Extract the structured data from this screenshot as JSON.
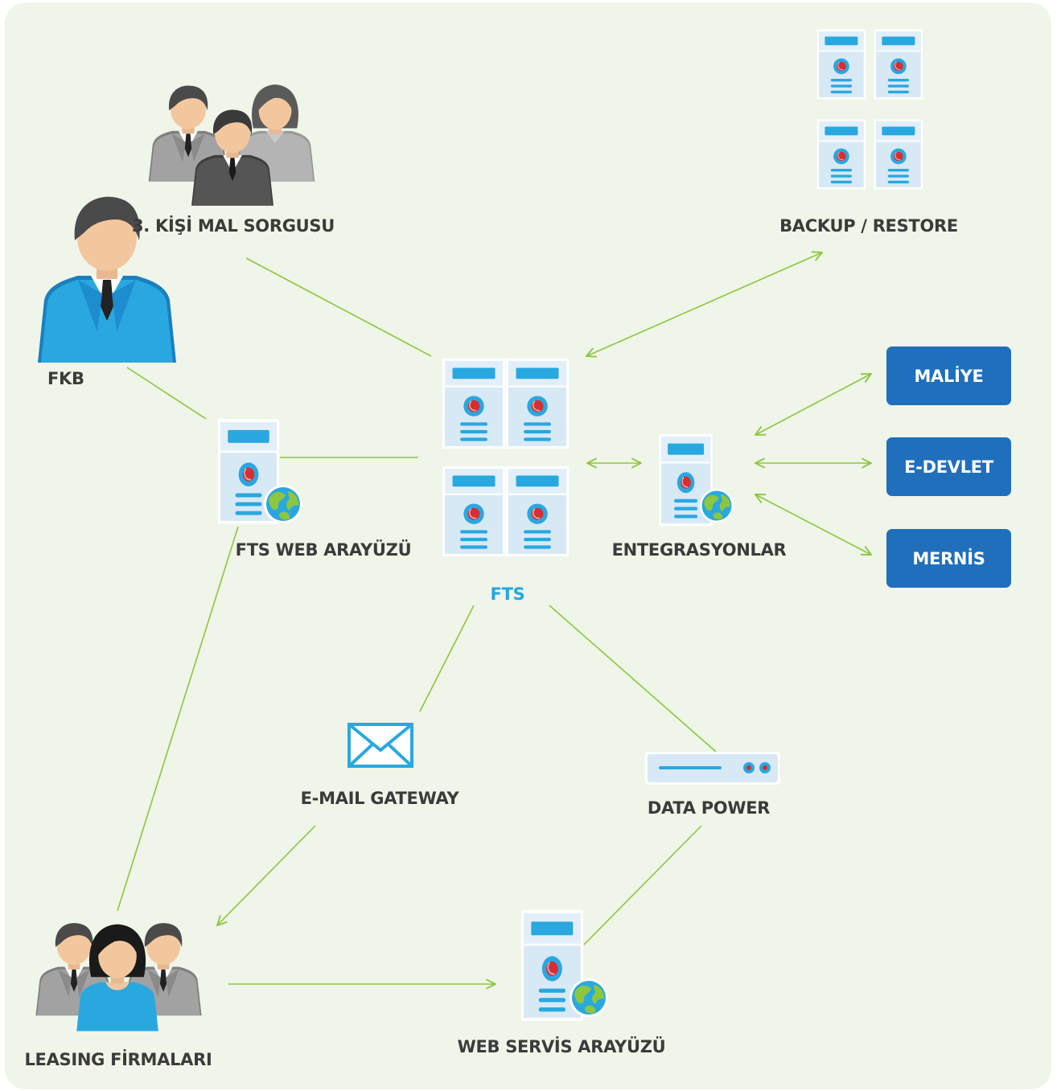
{
  "colors": {
    "background": "#eff5e8",
    "connector": "#8dc63f",
    "server_face": "#d8e9f6",
    "server_accent": "#29a8e0",
    "server_dot": "#d42f35",
    "gov_button": "#1f6fbd",
    "fts_label": "#27a6e0",
    "label": "#3b3b3b"
  },
  "nodes": {
    "third_party": {
      "label": "3. KİŞİ MAL SORGUSU",
      "icon": "people-group-icon"
    },
    "fkb": {
      "label": "FKB",
      "icon": "businessman-icon"
    },
    "backup": {
      "label": "BACKUP / RESTORE",
      "icon": "server-rack-icon"
    },
    "fts_web": {
      "label": "FTS WEB ARAYÜZÜ",
      "icon": "web-server-icon"
    },
    "fts": {
      "label": "FTS",
      "icon": "server-rack-icon"
    },
    "integrations": {
      "label": "ENTEGRASYONLAR",
      "icon": "web-server-icon"
    },
    "email_gateway": {
      "label": "E-MAIL GATEWAY",
      "icon": "envelope-icon"
    },
    "data_power": {
      "label": "DATA POWER",
      "icon": "network-appliance-icon"
    },
    "leasing": {
      "label": "LEASING FİRMALARI",
      "icon": "people-group-icon"
    },
    "web_service": {
      "label": "WEB SERVİS ARAYÜZÜ",
      "icon": "web-server-icon"
    }
  },
  "external_systems": [
    {
      "label": "MALİYE"
    },
    {
      "label": "E-DEVLET"
    },
    {
      "label": "MERNİS"
    }
  ]
}
